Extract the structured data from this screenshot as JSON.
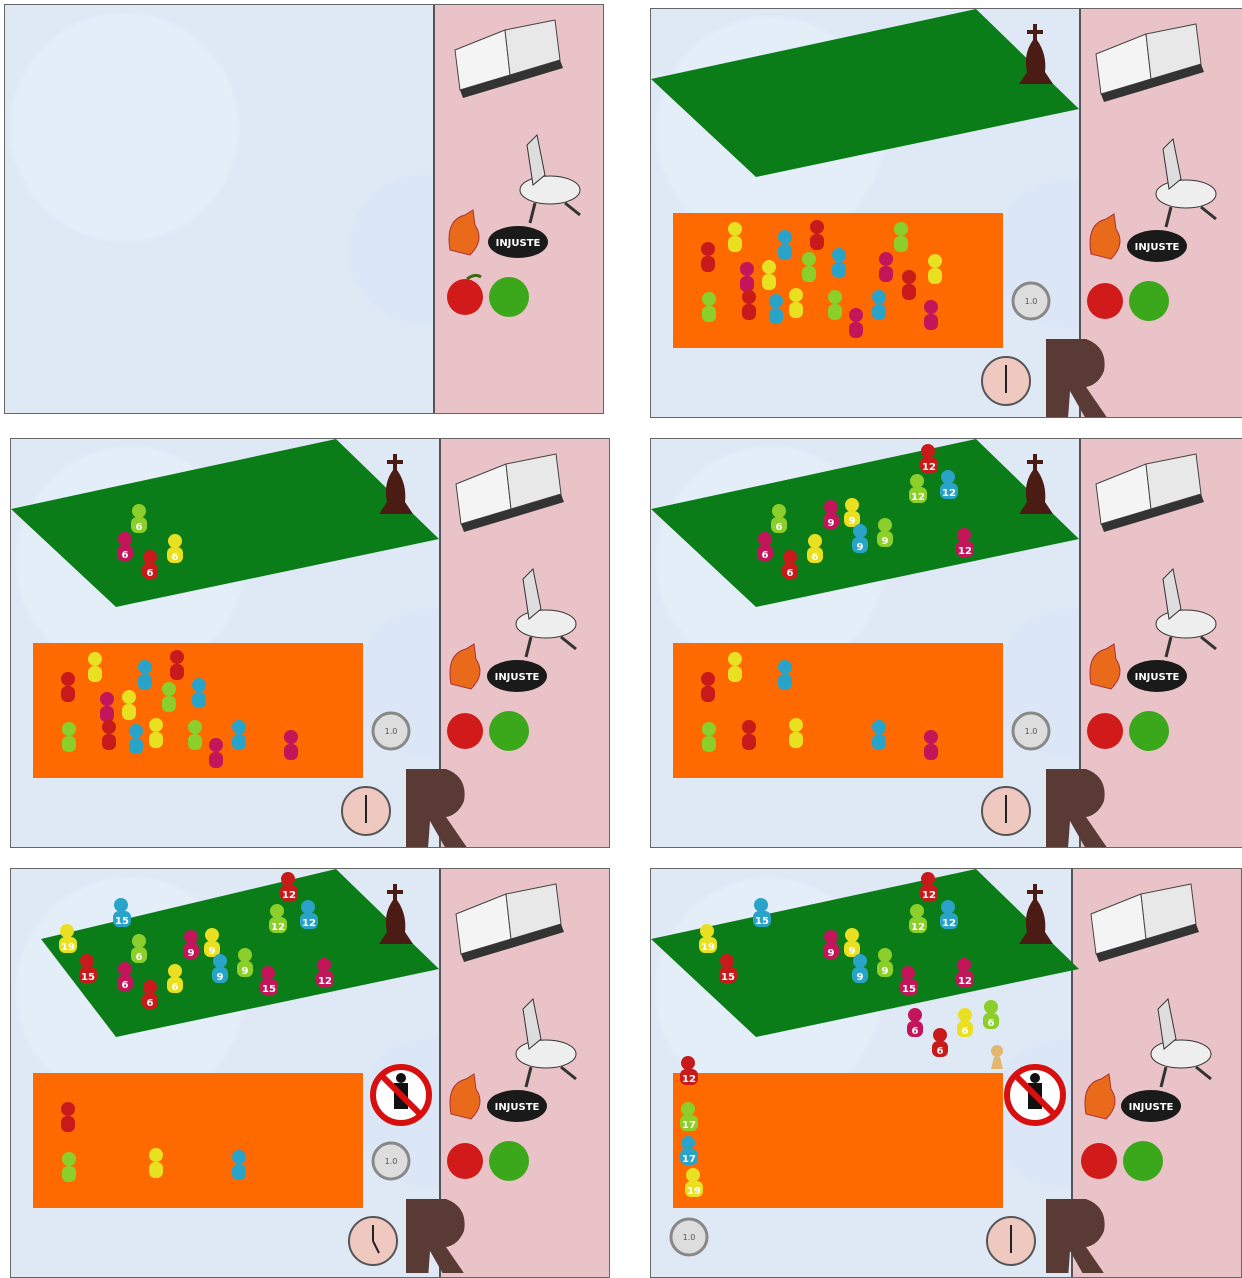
{
  "colors": {
    "board_bg": "#dfe9f6",
    "sidebar_bg": "#e9c3c7",
    "green_field": "#0b7d18",
    "orange_field": "#ff6a00",
    "pawn_red": "#c81a1a",
    "pawn_yellow": "#e8e020",
    "pawn_blue": "#2aa3c8",
    "pawn_green": "#8ccf2a",
    "pawn_magenta": "#c2155a"
  },
  "icons": {
    "book": "open-book-icon",
    "donkey": "donkey-icon",
    "fox": "fox-icon",
    "injuste_stone": "injuste-stone-icon",
    "apples": "apples-icon",
    "chess_king": "chess-king-icon",
    "coin": "coin-icon",
    "clock": "clock-icon",
    "letter_r": "letter-r-icon",
    "no_person": "no-person-sign-icon"
  },
  "sidebar": {
    "injuste_label": "INJUSTE"
  },
  "coin_label": "1.0",
  "panels": [
    {
      "id": 1,
      "has_green": false,
      "has_orange": false,
      "has_clock": false,
      "has_r": false,
      "has_coin": false,
      "has_king": false,
      "has_no_person": false
    },
    {
      "id": 2,
      "has_green": true,
      "has_orange": true
    },
    {
      "id": 3,
      "has_green": true,
      "has_orange": true
    },
    {
      "id": 4,
      "has_green": true,
      "has_orange": true
    },
    {
      "id": 5,
      "has_green": true,
      "has_orange": true,
      "has_no_person": true
    },
    {
      "id": 6,
      "has_green": true,
      "has_orange": true,
      "has_no_person": true
    }
  ],
  "pawn_labels": {
    "p3": [
      "6",
      "6",
      "6",
      "6"
    ],
    "p4": [
      "12",
      "12",
      "12",
      "9",
      "9",
      "9",
      "6",
      "6",
      "6",
      "6",
      "9",
      "12"
    ],
    "p5": [
      "12",
      "15",
      "12",
      "12",
      "19",
      "9",
      "9",
      "9",
      "6",
      "6",
      "6",
      "9",
      "15",
      "12",
      "6",
      "15"
    ],
    "p6": [
      "12",
      "15",
      "12",
      "12",
      "19",
      "9",
      "9",
      "9",
      "15",
      "12",
      "9",
      "15",
      "6",
      "6",
      "6",
      "6",
      "12",
      "17",
      "17",
      "19"
    ]
  }
}
